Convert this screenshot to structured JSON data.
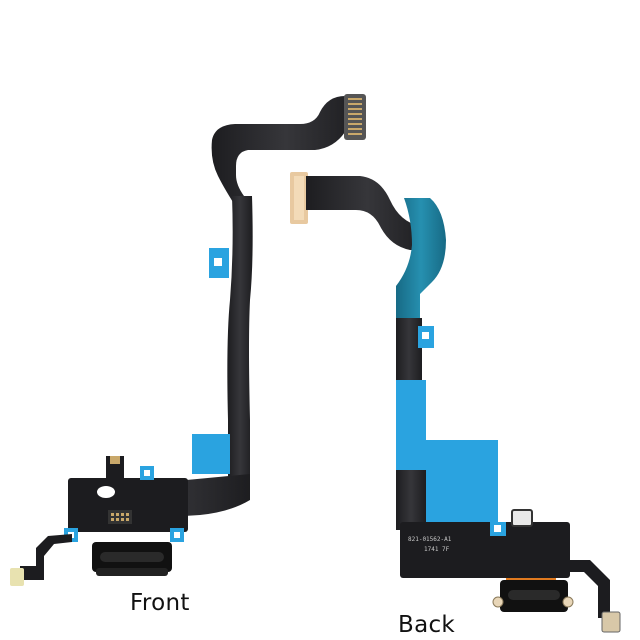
{
  "captions": {
    "front": "Front",
    "back": "Back"
  },
  "printed_markings": {
    "part_number": "821-01562-A1",
    "date_code": "1741 7F"
  },
  "colors": {
    "background": "#ffffff",
    "flex_dark": "#2b2b2e",
    "flex_teal": "#1f7f9b",
    "stiffener_blue": "#2aa3e0",
    "gold_contacts": "#c9a86a",
    "orange_film": "#e07a1f"
  }
}
